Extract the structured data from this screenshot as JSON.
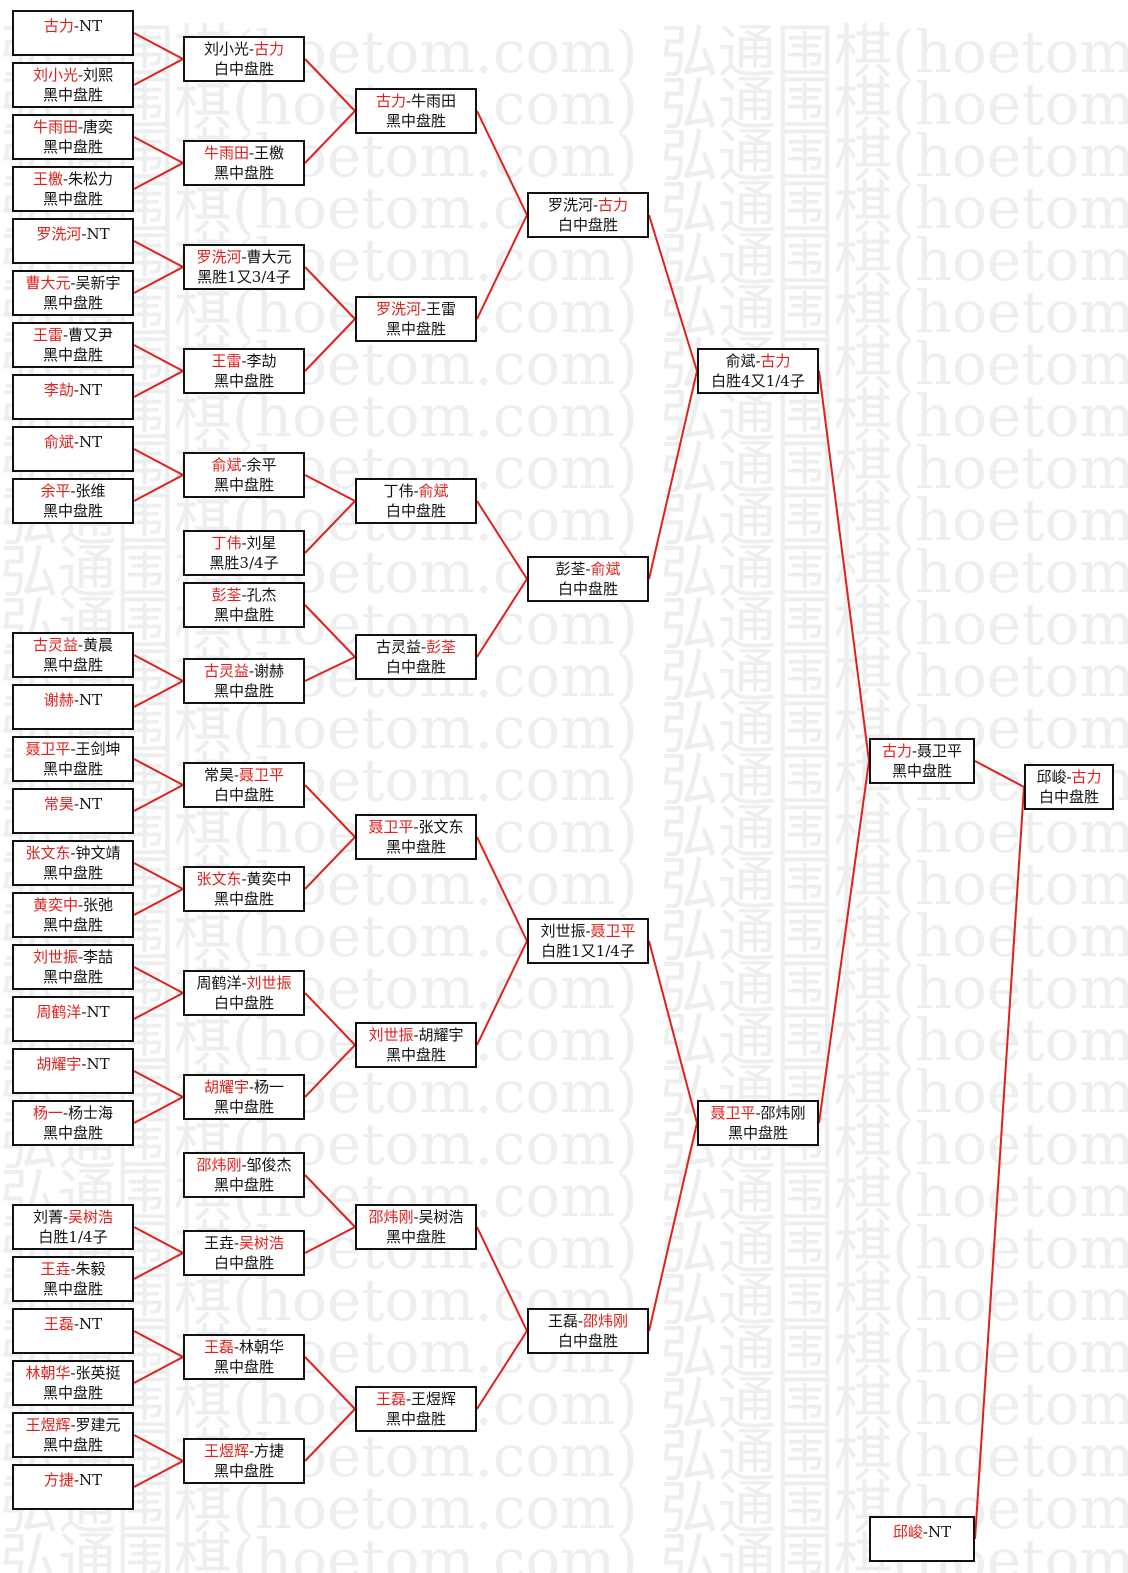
{
  "watermark_text": "弘通围棋(hoetom.com)",
  "colors": {
    "winner": "#e0201c",
    "text": "#111111",
    "line": "#e0201c",
    "border": "#111111",
    "watermark": "#eeeeee"
  },
  "matches": [
    {
      "id": "r1-1",
      "a": "古力",
      "b": "NT",
      "winner": "a",
      "result": "",
      "bye": true
    },
    {
      "id": "r1-2",
      "a": "刘小光",
      "b": "刘熙",
      "winner": "a",
      "result": "黑中盘胜"
    },
    {
      "id": "r1-3",
      "a": "牛雨田",
      "b": "唐奕",
      "winner": "a",
      "result": "黑中盘胜"
    },
    {
      "id": "r1-4",
      "a": "王檄",
      "b": "朱松力",
      "winner": "a",
      "result": "黑中盘胜"
    },
    {
      "id": "r1-5",
      "a": "罗洗河",
      "b": "NT",
      "winner": "a",
      "result": "",
      "bye": true
    },
    {
      "id": "r1-6",
      "a": "曹大元",
      "b": "吴新宇",
      "winner": "a",
      "result": "黑中盘胜"
    },
    {
      "id": "r1-7",
      "a": "王雷",
      "b": "曹又尹",
      "winner": "a",
      "result": "黑中盘胜"
    },
    {
      "id": "r1-8",
      "a": "李劼",
      "b": "NT",
      "winner": "a",
      "result": "",
      "bye": true
    },
    {
      "id": "r1-9",
      "a": "俞斌",
      "b": "NT",
      "winner": "a",
      "result": "",
      "bye": true
    },
    {
      "id": "r1-10",
      "a": "余平",
      "b": "张维",
      "winner": "a",
      "result": "黑中盘胜"
    },
    {
      "id": "r1-11",
      "a": "古灵益",
      "b": "黄晨",
      "winner": "a",
      "result": "黑中盘胜"
    },
    {
      "id": "r1-12",
      "a": "谢赫",
      "b": "NT",
      "winner": "a",
      "result": "",
      "bye": true
    },
    {
      "id": "r1-13",
      "a": "聂卫平",
      "b": "王剑坤",
      "winner": "a",
      "result": "黑中盘胜"
    },
    {
      "id": "r1-14",
      "a": "常昊",
      "b": "NT",
      "winner": "a",
      "result": "",
      "bye": true
    },
    {
      "id": "r1-15",
      "a": "张文东",
      "b": "钟文靖",
      "winner": "a",
      "result": "黑中盘胜"
    },
    {
      "id": "r1-16",
      "a": "黄奕中",
      "b": "张弛",
      "winner": "a",
      "result": "黑中盘胜"
    },
    {
      "id": "r1-17",
      "a": "刘世振",
      "b": "李喆",
      "winner": "a",
      "result": "黑中盘胜"
    },
    {
      "id": "r1-18",
      "a": "周鹤洋",
      "b": "NT",
      "winner": "a",
      "result": "",
      "bye": true
    },
    {
      "id": "r1-19",
      "a": "胡耀宇",
      "b": "NT",
      "winner": "a",
      "result": "",
      "bye": true
    },
    {
      "id": "r1-20",
      "a": "杨一",
      "b": "杨士海",
      "winner": "a",
      "result": "黑中盘胜"
    },
    {
      "id": "r1-21",
      "a": "刘菁",
      "b": "吴树浩",
      "winner": "b",
      "result": "白胜1/4子"
    },
    {
      "id": "r1-22",
      "a": "王垚",
      "b": "朱毅",
      "winner": "a",
      "result": "黑中盘胜"
    },
    {
      "id": "r1-23",
      "a": "王磊",
      "b": "NT",
      "winner": "a",
      "result": "",
      "bye": true
    },
    {
      "id": "r1-24",
      "a": "林朝华",
      "b": "张英挺",
      "winner": "a",
      "result": "黑中盘胜"
    },
    {
      "id": "r1-25",
      "a": "王煜辉",
      "b": "罗建元",
      "winner": "a",
      "result": "黑中盘胜"
    },
    {
      "id": "r1-26",
      "a": "方捷",
      "b": "NT",
      "winner": "a",
      "result": "",
      "bye": true
    },
    {
      "id": "r2-1",
      "a": "刘小光",
      "b": "古力",
      "winner": "b",
      "result": "白中盘胜"
    },
    {
      "id": "r2-2",
      "a": "牛雨田",
      "b": "王檄",
      "winner": "a",
      "result": "黑中盘胜"
    },
    {
      "id": "r2-3",
      "a": "罗洗河",
      "b": "曹大元",
      "winner": "a",
      "result": "黑胜1又3/4子"
    },
    {
      "id": "r2-4",
      "a": "王雷",
      "b": "李劼",
      "winner": "a",
      "result": "黑中盘胜"
    },
    {
      "id": "r2-5",
      "a": "俞斌",
      "b": "余平",
      "winner": "a",
      "result": "黑中盘胜"
    },
    {
      "id": "r2-6",
      "a": "丁伟",
      "b": "刘星",
      "winner": "a",
      "result": "黑胜3/4子"
    },
    {
      "id": "r2-7",
      "a": "彭荃",
      "b": "孔杰",
      "winner": "a",
      "result": "黑中盘胜"
    },
    {
      "id": "r2-8",
      "a": "古灵益",
      "b": "谢赫",
      "winner": "a",
      "result": "黑中盘胜"
    },
    {
      "id": "r2-9",
      "a": "常昊",
      "b": "聂卫平",
      "winner": "b",
      "result": "白中盘胜"
    },
    {
      "id": "r2-10",
      "a": "张文东",
      "b": "黄奕中",
      "winner": "a",
      "result": "黑中盘胜"
    },
    {
      "id": "r2-11",
      "a": "周鹤洋",
      "b": "刘世振",
      "winner": "b",
      "result": "白中盘胜"
    },
    {
      "id": "r2-12",
      "a": "胡耀宇",
      "b": "杨一",
      "winner": "a",
      "result": "黑中盘胜"
    },
    {
      "id": "r2-13",
      "a": "邵炜刚",
      "b": "邹俊杰",
      "winner": "a",
      "result": "黑中盘胜"
    },
    {
      "id": "r2-14",
      "a": "王垚",
      "b": "吴树浩",
      "winner": "b",
      "result": "白中盘胜"
    },
    {
      "id": "r2-15",
      "a": "王磊",
      "b": "林朝华",
      "winner": "a",
      "result": "黑中盘胜"
    },
    {
      "id": "r2-16",
      "a": "王煜辉",
      "b": "方捷",
      "winner": "a",
      "result": "黑中盘胜"
    },
    {
      "id": "r3-1",
      "a": "古力",
      "b": "牛雨田",
      "winner": "a",
      "result": "黑中盘胜"
    },
    {
      "id": "r3-2",
      "a": "罗洗河",
      "b": "王雷",
      "winner": "a",
      "result": "黑中盘胜"
    },
    {
      "id": "r3-3",
      "a": "丁伟",
      "b": "俞斌",
      "winner": "b",
      "result": "白中盘胜"
    },
    {
      "id": "r3-4",
      "a": "古灵益",
      "b": "彭荃",
      "winner": "b",
      "result": "白中盘胜"
    },
    {
      "id": "r3-5",
      "a": "聂卫平",
      "b": "张文东",
      "winner": "a",
      "result": "黑中盘胜"
    },
    {
      "id": "r3-6",
      "a": "刘世振",
      "b": "胡耀宇",
      "winner": "a",
      "result": "黑中盘胜"
    },
    {
      "id": "r3-7",
      "a": "邵炜刚",
      "b": "吴树浩",
      "winner": "a",
      "result": "黑中盘胜"
    },
    {
      "id": "r3-8",
      "a": "王磊",
      "b": "王煜辉",
      "winner": "a",
      "result": "黑中盘胜"
    },
    {
      "id": "r4-1",
      "a": "罗洗河",
      "b": "古力",
      "winner": "b",
      "result": "白中盘胜"
    },
    {
      "id": "r4-2",
      "a": "彭荃",
      "b": "俞斌",
      "winner": "b",
      "result": "白中盘胜"
    },
    {
      "id": "r4-3",
      "a": "刘世振",
      "b": "聂卫平",
      "winner": "b",
      "result": "白胜1又1/4子"
    },
    {
      "id": "r4-4",
      "a": "王磊",
      "b": "邵炜刚",
      "winner": "b",
      "result": "白中盘胜"
    },
    {
      "id": "r5-1",
      "a": "俞斌",
      "b": "古力",
      "winner": "b",
      "result": "白胜4又1/4子"
    },
    {
      "id": "r5-2",
      "a": "聂卫平",
      "b": "邵炜刚",
      "winner": "a",
      "result": "黑中盘胜"
    },
    {
      "id": "r6-1",
      "a": "古力",
      "b": "聂卫平",
      "winner": "a",
      "result": "黑中盘胜"
    },
    {
      "id": "r6-2",
      "a": "邱峻",
      "b": "NT",
      "winner": "a",
      "result": "",
      "bye": true
    },
    {
      "id": "r7-1",
      "a": "邱峻",
      "b": "古力",
      "winner": "b",
      "result": "白中盘胜"
    }
  ]
}
